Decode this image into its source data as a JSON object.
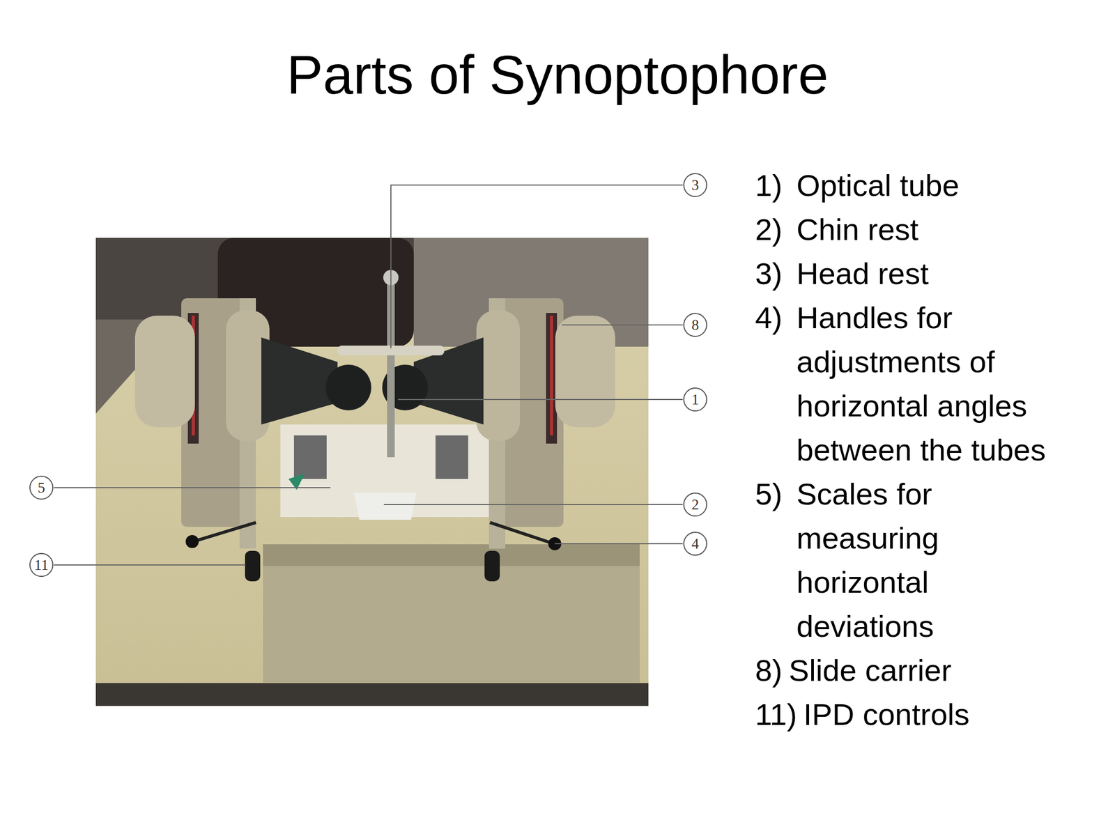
{
  "diagram": {
    "title": "Parts of Synoptophore",
    "nodes": [
      {
        "text": [
          "3"
        ]
      },
      {
        "text": [
          "8"
        ]
      },
      {
        "text": [
          "1"
        ]
      },
      {
        "text": [
          "5"
        ]
      },
      {
        "text": [
          "2"
        ]
      },
      {
        "text": [
          "4"
        ]
      },
      {
        "text": [
          "11"
        ]
      }
    ],
    "labels": [
      "1)",
      "Optical tube",
      "2)",
      "Chin rest",
      "3)",
      "Head rest",
      "4)",
      "Handles for adjustments of horizontal angles between the tubes",
      "5)",
      "Scales for measuring horizontal deviations",
      "8)",
      "Slide carrier",
      "11)",
      "IPD controls"
    ]
  }
}
